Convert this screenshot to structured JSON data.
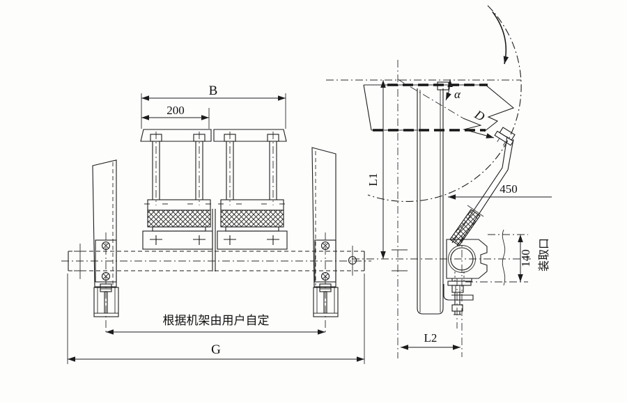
{
  "drawing": {
    "front_view": {
      "dim_B": "B",
      "dim_200": "200",
      "dim_G": "G",
      "note_frame": "根据机架由用户自定"
    },
    "side_view": {
      "dim_L1": "L1",
      "dim_L2": "L2",
      "dim_450": "450",
      "dim_140": "140",
      "angle_alpha": "α",
      "dim_D": "D",
      "label_port": "装取口"
    },
    "colors": {
      "ink": "#1c1c1c",
      "paper": "#fdfdfc"
    }
  }
}
